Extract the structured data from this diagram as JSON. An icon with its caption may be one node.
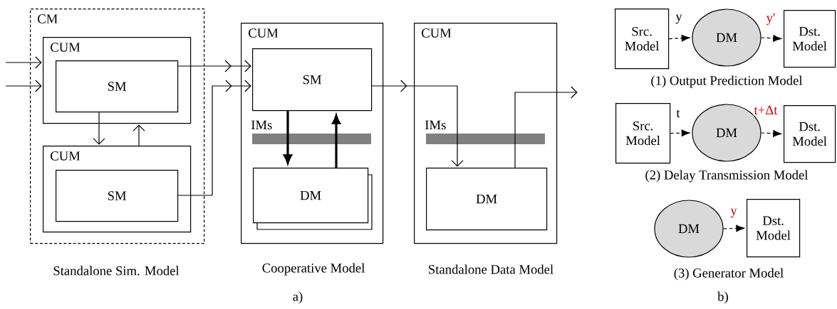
{
  "diagram": {
    "nodes": [
      {
        "text": [
          "CM"
        ]
      },
      {
        "text": [
          "CUM"
        ],
        "in": 0
      },
      {
        "text": [
          "SM"
        ],
        "in": 1
      },
      {
        "text": [
          "CUM"
        ],
        "in": 0
      },
      {
        "text": [
          "SM"
        ],
        "in": 3
      },
      {
        "text": [
          "CUM"
        ]
      },
      {
        "text": [
          "SM"
        ],
        "in": 5
      },
      {
        "text": [
          "DM"
        ],
        "in": 5
      },
      {
        "text": [
          "CUM"
        ]
      },
      {
        "text": [
          "DM"
        ],
        "in": 8
      },
      {
        "text": [
          "Src. Model"
        ]
      },
      {
        "text": [
          "DM"
        ]
      },
      {
        "text": [
          "Dst. Model"
        ]
      },
      {
        "text": [
          "Src. Model"
        ]
      },
      {
        "text": [
          "DM"
        ]
      },
      {
        "text": [
          "Dst. Model"
        ]
      },
      {
        "text": [
          "DM"
        ]
      },
      {
        "text": [
          "Dst. Model"
        ]
      }
    ],
    "edges": [
      {
        "from": null,
        "to": 1,
        "arrow": "to"
      },
      {
        "from": null,
        "to": 1,
        "arrow": "to"
      },
      {
        "from": 2,
        "to": 6,
        "arrow": "to"
      },
      {
        "from": 4,
        "to": 6,
        "arrow": "to"
      },
      {
        "from": 2,
        "to": 3,
        "arrow": "to"
      },
      {
        "from": 3,
        "to": 1,
        "arrow": "to"
      },
      {
        "from": 6,
        "to": 7,
        "arrow": "to",
        "style": "thick"
      },
      {
        "from": 7,
        "to": 6,
        "arrow": "to",
        "style": "thick"
      },
      {
        "from": 6,
        "to": 9,
        "arrow": "to"
      },
      {
        "from": 9,
        "to": null,
        "arrow": "to"
      },
      {
        "from": 10,
        "to": 11,
        "arrow": "to",
        "style": "dashed",
        "label": "y"
      },
      {
        "from": 11,
        "to": 12,
        "arrow": "to",
        "style": "dashed",
        "label": "y'"
      },
      {
        "from": 13,
        "to": 14,
        "arrow": "to",
        "style": "dashed",
        "label": "t"
      },
      {
        "from": 14,
        "to": 15,
        "arrow": "to",
        "style": "dashed",
        "label": "t+Δt"
      },
      {
        "from": 16,
        "to": 17,
        "arrow": "to",
        "style": "dashed",
        "label": "y"
      }
    ],
    "labels": [
      "IMs",
      "IMs",
      "Standalone Sim. Model",
      "Cooperative Model",
      "Standalone Data Model",
      "a)",
      "(1) Output Prediction Model",
      "(2) Delay Transmission Model",
      "(3) Generator Model",
      "b)"
    ]
  }
}
